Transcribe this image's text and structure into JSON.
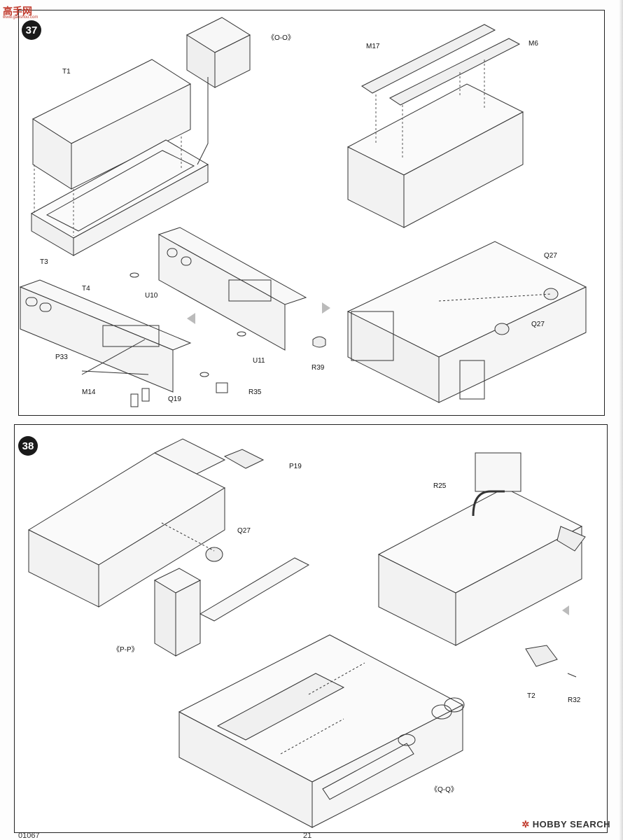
{
  "site_logo": {
    "text": "高手网",
    "sub": "www.gaoshou.com"
  },
  "step37": {
    "badge": "37",
    "labels": {
      "oo": "《O-O》",
      "t1": "T1",
      "t3": "T3",
      "t4": "T4",
      "m17": "M17",
      "m6": "M6",
      "u10": "U10",
      "u11": "U11",
      "p33": "P33",
      "m14": "M14",
      "q19": "Q19",
      "r35": "R35",
      "r39": "R39",
      "q27a": "Q27",
      "q27b": "Q27"
    }
  },
  "step38": {
    "badge": "38",
    "labels": {
      "p19": "P19",
      "q27": "Q27",
      "pp": "《P-P》",
      "r25": "R25",
      "t2": "T2",
      "r32": "R32",
      "qq": "《Q-Q》"
    }
  },
  "watermark": "HOBBY SEARCH",
  "footer": {
    "left": "01067",
    "center": "21"
  }
}
